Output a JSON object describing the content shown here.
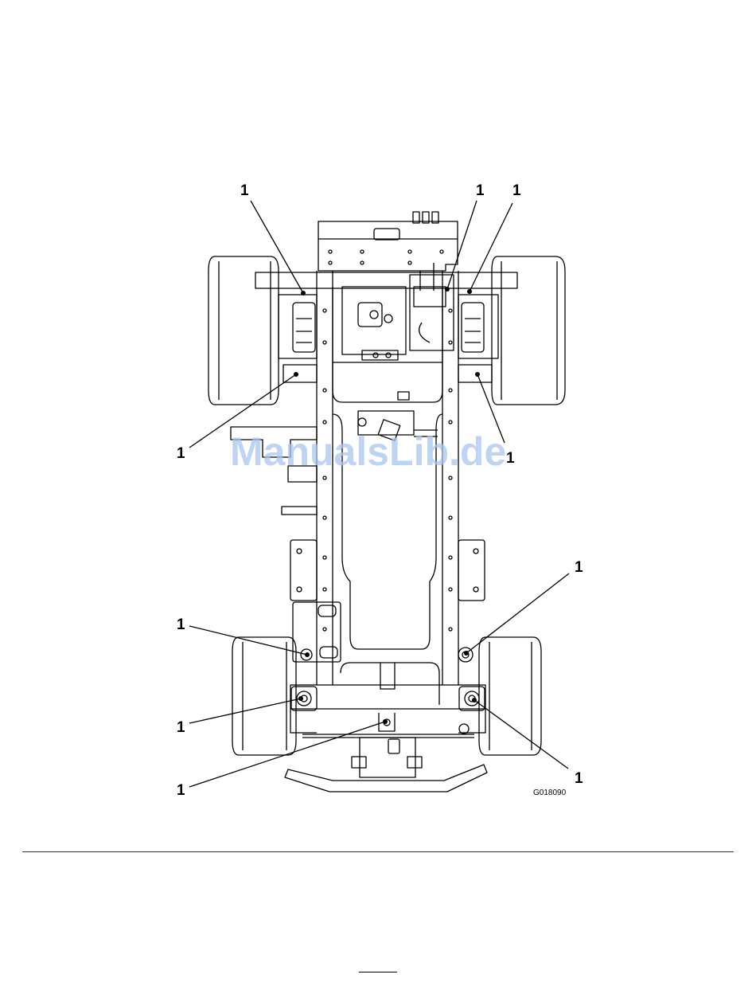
{
  "figure": {
    "id": "G018090",
    "callouts": [
      "1",
      "1",
      "1",
      "1",
      "1",
      "1",
      "1",
      "1",
      "1",
      "1"
    ]
  },
  "watermark": "ManualsLib.de"
}
